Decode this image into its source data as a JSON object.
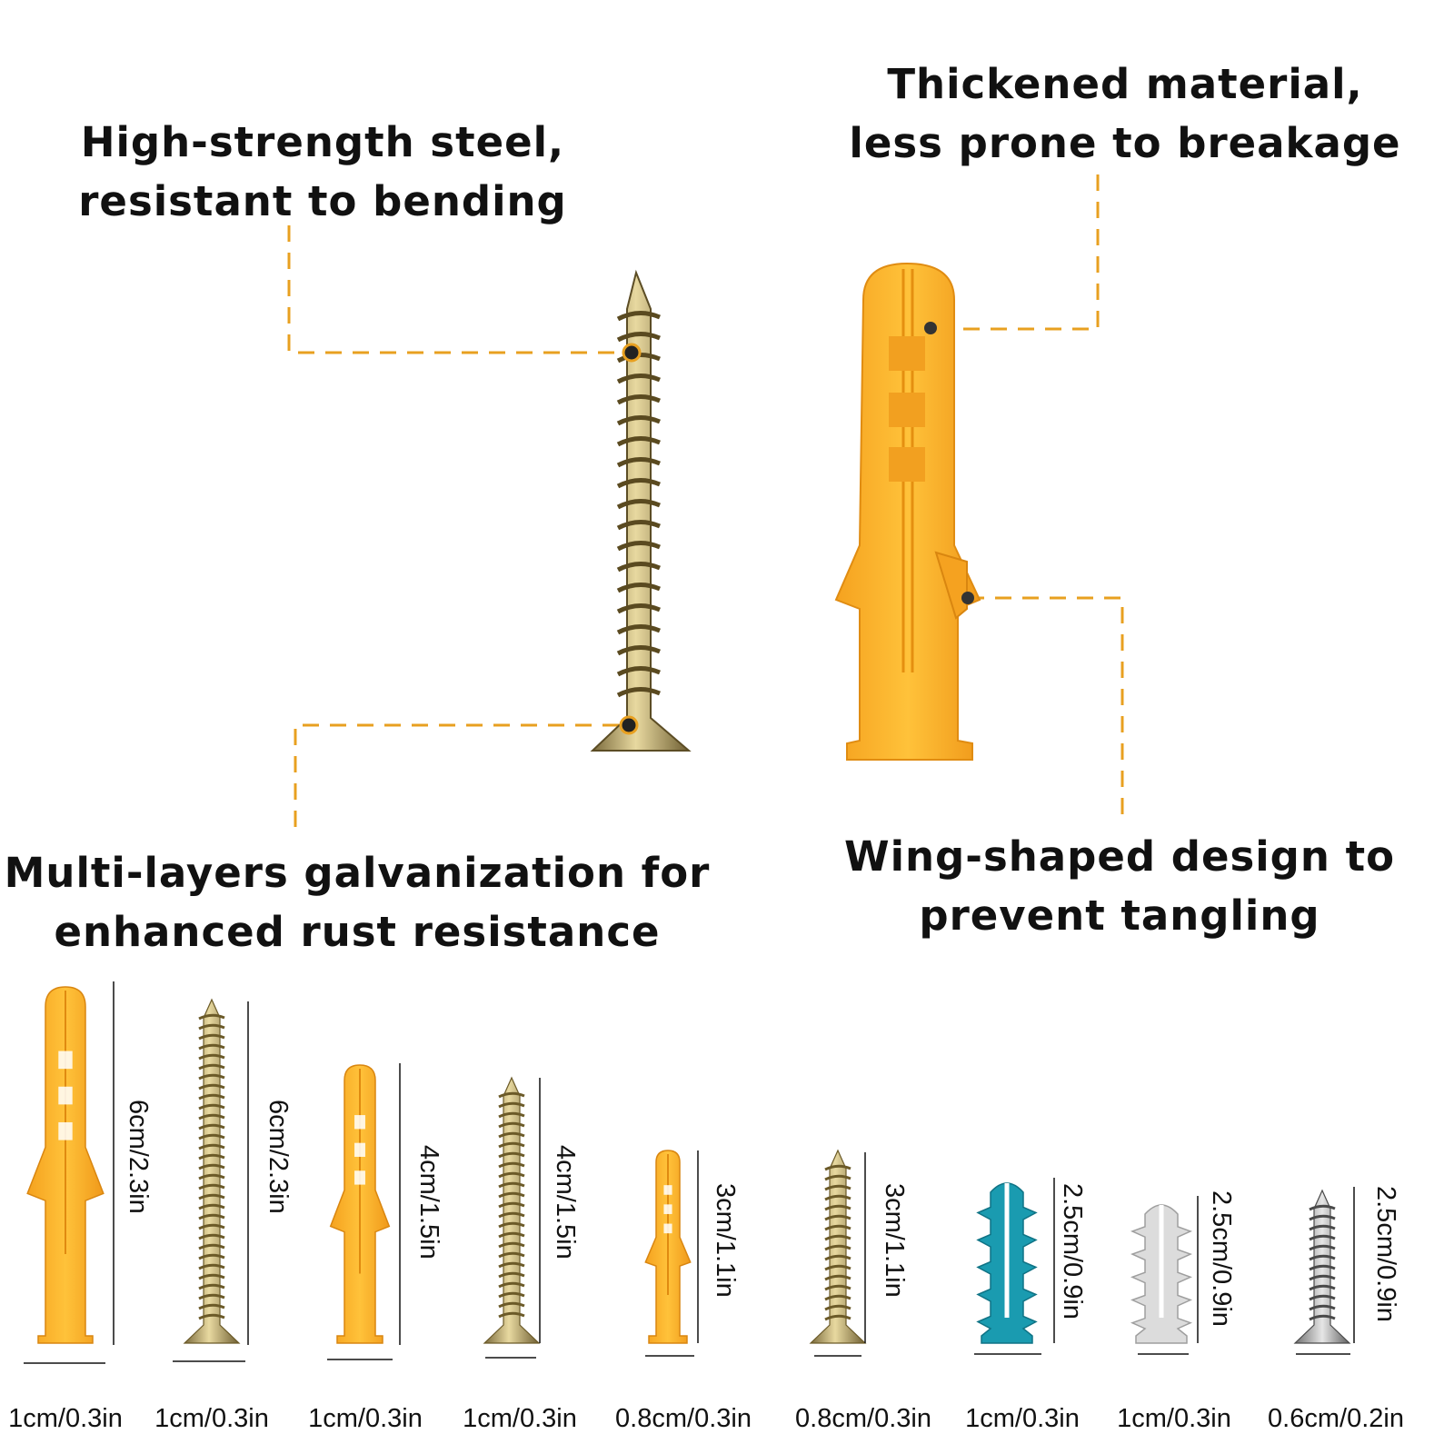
{
  "callouts": {
    "steel": [
      "High-strength steel,",
      "resistant to bending"
    ],
    "thick": [
      "Thickened material,",
      "less prone to breakage"
    ],
    "galv": [
      "Multi-layers galvanization for",
      "enhanced rust resistance"
    ],
    "wing": [
      "Wing-shaped design to",
      "prevent tangling"
    ]
  },
  "lengths": [
    "6cm/2.3in",
    "6cm/2.3in",
    "4cm/1.5in",
    "4cm/1.5in",
    "3cm/1.1in",
    "3cm/1.1in",
    "2.5cm/0.9in",
    "2.5cm/0.9in",
    "2.5cm/0.9in"
  ],
  "widths": [
    "1cm/0.3in",
    "1cm/0.3in",
    "1cm/0.3in",
    "1cm/0.3in",
    "0.8cm/0.3in",
    "0.8cm/0.3in",
    "1cm/0.3in",
    "1cm/0.3in",
    "0.6cm/0.2in"
  ],
  "colors": {
    "orange": "#f7a823",
    "gold": "#c9a24a",
    "teal": "#1a9bb0",
    "gray": "#dcdcdc",
    "silver": "#b8b8b8",
    "leader": "#e8a020"
  }
}
